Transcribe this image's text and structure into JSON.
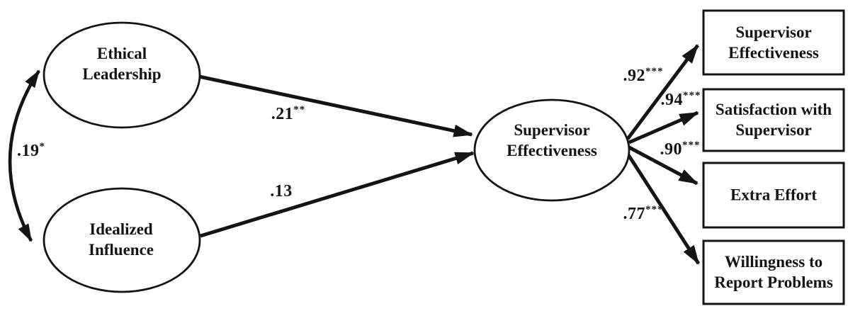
{
  "figure": {
    "type": "structural-equation-model-path-diagram",
    "background": "#ffffff",
    "ink": "#141414"
  },
  "latent_variables": [
    {
      "id": "ethical-leadership",
      "line1": "Ethical",
      "line2": "Leadership"
    },
    {
      "id": "idealized-influence",
      "line1": "Idealized",
      "line2": "Influence"
    },
    {
      "id": "supervisor-effectiveness",
      "line1": "Supervisor",
      "line2": "Effectiveness"
    }
  ],
  "outcomes": [
    {
      "id": "outcome-supervisor-effectiveness",
      "line1": "Supervisor",
      "line2": "Effectiveness"
    },
    {
      "id": "outcome-satisfaction",
      "line1": "Satisfaction with",
      "line2": "Supervisor"
    },
    {
      "id": "outcome-extra-effort",
      "line1": "Extra Effort",
      "line2": ""
    },
    {
      "id": "outcome-willingness",
      "line1": "Willingness to",
      "line2": "Report Problems"
    }
  ],
  "coefficients": {
    "correlation_ethical_idealized": {
      "value": ".19",
      "stars": "*"
    },
    "ethical_to_supervisor": {
      "value": ".21",
      "stars": "**"
    },
    "idealized_to_supervisor": {
      "value": ".13",
      "stars": ""
    },
    "supervisor_to_effectiveness": {
      "value": ".92",
      "stars": "***"
    },
    "supervisor_to_satisfaction": {
      "value": ".94",
      "stars": "***"
    },
    "supervisor_to_extra_effort": {
      "value": ".90",
      "stars": "***"
    },
    "supervisor_to_willingness": {
      "value": ".77",
      "stars": "***"
    }
  }
}
